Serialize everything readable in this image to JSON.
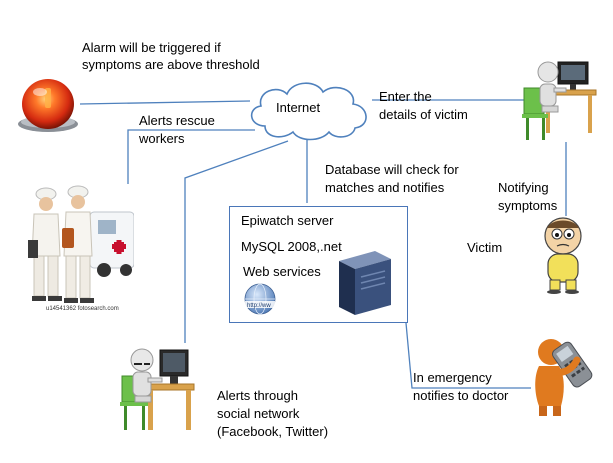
{
  "labels": {
    "alarm": "Alarm will be triggered if\nsymptoms are above threshold",
    "internet": "Internet",
    "enter_details": "Enter the\ndetails of victim",
    "alerts_rescue": "Alerts rescue\nworkers",
    "database": "Database will check for\nmatches and notifies",
    "notifying": "Notifying\nsymptoms",
    "victim": "Victim",
    "server_title": "Epiwatch server",
    "server_db": "MySQL 2008,.net",
    "server_ws": "Web services",
    "emergency": "In emergency\nnotifies to doctor",
    "social": "Alerts through\nsocial network\n(Facebook, Twitter)",
    "stock_caption": "u14541362 fotosearch.com",
    "globe_text": "http://ww"
  },
  "colors": {
    "wire": "#4f81bd",
    "box_border": "#4a76b8",
    "alarm_red": "#d42a10",
    "ambulance_red": "#c8102e"
  },
  "icons": [
    "alarm-light-icon",
    "internet-cloud-icon",
    "computer-user-icon",
    "rescue-workers-icon",
    "victim-icon",
    "server-icon",
    "web-globe-icon",
    "doctor-phone-icon",
    "social-user-icon"
  ]
}
